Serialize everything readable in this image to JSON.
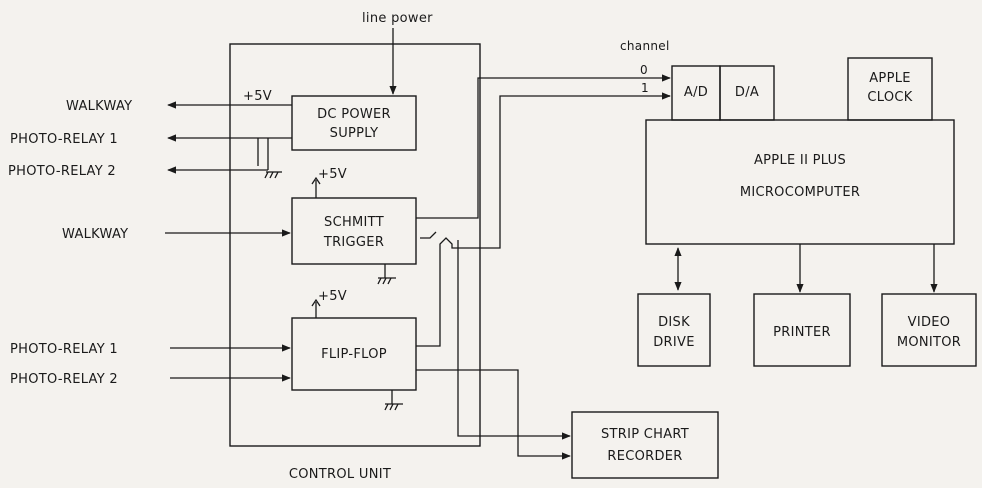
{
  "line_power": "line power",
  "channel": {
    "label": "channel",
    "ch0": "0",
    "ch1": "1"
  },
  "plus5v": "+5V",
  "control_unit": "CONTROL UNIT",
  "inputs": {
    "walkway_out": "WALKWAY",
    "photo_relay_1_out": "PHOTO-RELAY 1",
    "photo_relay_2_out": "PHOTO-RELAY 2",
    "walkway_in": "WALKWAY",
    "photo_relay_1_in": "PHOTO-RELAY 1",
    "photo_relay_2_in": "PHOTO-RELAY 2"
  },
  "blocks": {
    "dc_power_1": "DC POWER",
    "dc_power_2": "SUPPLY",
    "schmitt_1": "SCHMITT",
    "schmitt_2": "TRIGGER",
    "flipflop": "FLIP-FLOP",
    "ad": "A/D",
    "da": "D/A",
    "clock_1": "APPLE",
    "clock_2": "CLOCK",
    "apple_1": "APPLE  II  PLUS",
    "apple_2": "MICROCOMPUTER",
    "disk_1": "DISK",
    "disk_2": "DRIVE",
    "printer": "PRINTER",
    "video_1": "VIDEO",
    "video_2": "MONITOR",
    "strip_1": "STRIP CHART",
    "strip_2": "RECORDER"
  }
}
